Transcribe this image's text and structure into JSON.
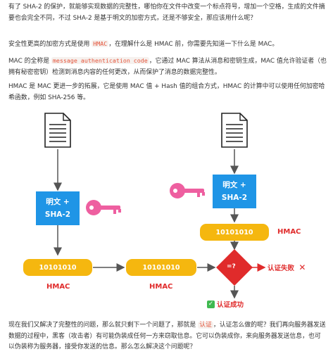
{
  "paragraphs": {
    "p1": "有了 SHA-2 的保护，就能够实现数据的完整性，哪怕你在文件中改变一个标点符号，增加一个空格，生成的文件摘要也会完全不同，不过 SHA-2 是基于明文的加密方式，还是不够安全，那应该用什么呢？",
    "p2_a": "安全性更高的加密方式是使用 ",
    "p2_code": "HMAC",
    "p2_b": "，在理解什么是 HMAC 前，你需要先知道一下什么是 MAC。",
    "p3_a": "MAC 的全称是 ",
    "p3_code": "message authentication code",
    "p3_b": "，它通过 MAC 算法从消息和密钥生成，MAC 值允许验证者（也拥有秘密密钥）检测到消息内容的任何更改，从而保护了消息的数据完整性。",
    "p4": "HMAC 是 MAC 更进一步的拓展，它是使用 MAC 值 + Hash 值的组合方式，HMAC 的计算中可以使用任何加密哈希函数，例如 SHA-256 等。",
    "p5_a": "现在我们又解决了完整性的问题，那么就只剩下一个问题了，那就是 ",
    "p5_hl": "认证",
    "p5_b": "，认证怎么做的呢？我们再向服务器发送数据的过程中，黑客（攻击者）有可能伪装成任何一方来窃取信息。它可以伪装成你，来向服务器发送信息，也可以伪装称为服务器，接受你发送的信息。那么怎么解决这个问题呢？"
  },
  "diagram": {
    "left_process": [
      "明文 +",
      "SHA-2"
    ],
    "right_process": [
      "明文 +",
      "SHA-2"
    ],
    "value_text": "10101010",
    "hmac_label": "HMAC",
    "compare_symbol": "=?",
    "fail_text": "认证失败",
    "fail_mark": "✕",
    "success_mark": "✓",
    "success_text": "认证成功",
    "colors": {
      "blue": "#1f95e6",
      "yellow": "#f5b70f",
      "red": "#e02b2b",
      "pink": "#ee5fa0",
      "green": "#3fb950"
    },
    "icons": [
      "document-icon",
      "key-icon",
      "check-icon",
      "cross-icon"
    ]
  }
}
